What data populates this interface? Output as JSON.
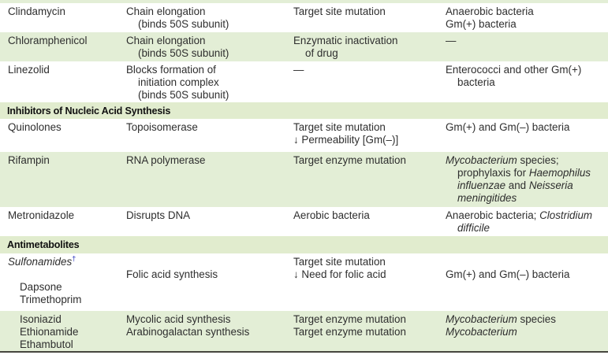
{
  "colors": {
    "row_green": "#e3eed6",
    "section_green": "#e1ecce",
    "dagger_blue": "#2a35c0",
    "bottom_rule": "#46463e"
  },
  "table": {
    "rows": [
      {
        "kind": "spacer"
      },
      {
        "kind": "data",
        "shade": "white",
        "cells": [
          [
            {
              "ind": 0,
              "seg": [
                {
                  "t": "Clindamycin"
                }
              ]
            }
          ],
          [
            {
              "ind": 0,
              "seg": [
                {
                  "t": "Chain elongation"
                }
              ]
            },
            {
              "ind": 1,
              "seg": [
                {
                  "t": "(binds 50S subunit)"
                }
              ]
            }
          ],
          [
            {
              "ind": 0,
              "seg": [
                {
                  "t": "Target site mutation"
                }
              ]
            }
          ],
          [
            {
              "ind": 0,
              "seg": [
                {
                  "t": "Anaerobic bacteria"
                }
              ]
            },
            {
              "ind": 0,
              "seg": [
                {
                  "t": "Gm(+) bacteria"
                }
              ]
            }
          ]
        ]
      },
      {
        "kind": "data",
        "shade": "green",
        "cells": [
          [
            {
              "ind": 0,
              "seg": [
                {
                  "t": "Chloramphenicol"
                }
              ]
            }
          ],
          [
            {
              "ind": 0,
              "seg": [
                {
                  "t": "Chain elongation"
                }
              ]
            },
            {
              "ind": 1,
              "seg": [
                {
                  "t": "(binds 50S subunit)"
                }
              ]
            }
          ],
          [
            {
              "ind": 0,
              "seg": [
                {
                  "t": "Enzymatic inactivation"
                }
              ]
            },
            {
              "ind": 1,
              "seg": [
                {
                  "t": "of drug"
                }
              ]
            }
          ],
          [
            {
              "ind": 0,
              "seg": [
                {
                  "t": "—"
                }
              ]
            }
          ]
        ]
      },
      {
        "kind": "data",
        "shade": "white",
        "cells": [
          [
            {
              "ind": 0,
              "seg": [
                {
                  "t": "Linezolid"
                }
              ]
            }
          ],
          [
            {
              "ind": 0,
              "seg": [
                {
                  "t": "Blocks formation of"
                }
              ]
            },
            {
              "ind": 1,
              "seg": [
                {
                  "t": "initiation complex"
                }
              ]
            },
            {
              "ind": 1,
              "seg": [
                {
                  "t": "(binds 50S subunit)"
                }
              ]
            }
          ],
          [
            {
              "ind": 0,
              "seg": [
                {
                  "t": "—"
                }
              ]
            }
          ],
          [
            {
              "ind": 0,
              "seg": [
                {
                  "t": "Enterococci and other Gm(+)"
                }
              ]
            },
            {
              "ind": 1,
              "seg": [
                {
                  "t": "bacteria"
                }
              ]
            }
          ]
        ]
      },
      {
        "kind": "section",
        "label": "Inhibitors of Nucleic Acid Synthesis"
      },
      {
        "kind": "data",
        "shade": "white",
        "cells": [
          [
            {
              "ind": 0,
              "seg": [
                {
                  "t": "Quinolones"
                }
              ]
            }
          ],
          [
            {
              "ind": 0,
              "seg": [
                {
                  "t": "Topoisomerase"
                }
              ]
            }
          ],
          [
            {
              "ind": 0,
              "seg": [
                {
                  "t": "Target site mutation"
                }
              ]
            },
            {
              "ind": 0,
              "seg": [
                {
                  "t": "↓ Permeability [Gm(–)]"
                }
              ]
            }
          ],
          [
            {
              "ind": 0,
              "seg": [
                {
                  "t": "Gm(+) and Gm(–) bacteria"
                }
              ]
            }
          ]
        ]
      },
      {
        "kind": "data",
        "shade": "green",
        "cells": [
          [
            {
              "ind": 0,
              "seg": [
                {
                  "t": "Rifampin"
                }
              ]
            }
          ],
          [
            {
              "ind": 0,
              "seg": [
                {
                  "t": "RNA polymerase"
                }
              ]
            }
          ],
          [
            {
              "ind": 0,
              "seg": [
                {
                  "t": "Target enzyme mutation"
                }
              ]
            }
          ],
          [
            {
              "ind": 0,
              "seg": [
                {
                  "t": "Mycobacterium",
                  "i": true
                },
                {
                  "t": " species;"
                }
              ]
            },
            {
              "ind": 1,
              "seg": [
                {
                  "t": "prophylaxis for "
                },
                {
                  "t": "Haemophilus",
                  "i": true
                }
              ]
            },
            {
              "ind": 1,
              "seg": [
                {
                  "t": "influenzae",
                  "i": true
                },
                {
                  "t": " and "
                },
                {
                  "t": "Neisseria",
                  "i": true
                }
              ]
            },
            {
              "ind": 1,
              "seg": [
                {
                  "t": "meningitides",
                  "i": true
                }
              ]
            }
          ]
        ]
      },
      {
        "kind": "data",
        "shade": "white",
        "cells": [
          [
            {
              "ind": 0,
              "seg": [
                {
                  "t": "Metronidazole"
                }
              ]
            }
          ],
          [
            {
              "ind": 0,
              "seg": [
                {
                  "t": "Disrupts DNA"
                }
              ]
            }
          ],
          [
            {
              "ind": 0,
              "seg": [
                {
                  "t": "Aerobic bacteria"
                }
              ]
            }
          ],
          [
            {
              "ind": 0,
              "seg": [
                {
                  "t": "Anaerobic bacteria; "
                },
                {
                  "t": "Clostridium",
                  "i": true
                }
              ]
            },
            {
              "ind": 1,
              "seg": [
                {
                  "t": "difficile",
                  "i": true
                }
              ]
            }
          ]
        ]
      },
      {
        "kind": "section",
        "label": "Antimetabolites"
      },
      {
        "kind": "data",
        "shade": "white",
        "cells": [
          [
            {
              "ind": 0,
              "seg": [
                {
                  "t": "Sulfonamides",
                  "i": true
                },
                {
                  "t": "†",
                  "sup": true
                }
              ]
            },
            {
              "ind": 0,
              "seg": []
            },
            {
              "ind": 1,
              "seg": [
                {
                  "t": "Dapsone"
                }
              ]
            },
            {
              "ind": 1,
              "seg": [
                {
                  "t": "Trimethoprim"
                }
              ]
            }
          ],
          [
            {
              "ind": 0,
              "seg": []
            },
            {
              "ind": 0,
              "seg": [
                {
                  "t": "Folic acid synthesis"
                }
              ]
            }
          ],
          [
            {
              "ind": 0,
              "seg": [
                {
                  "t": "Target site mutation"
                }
              ]
            },
            {
              "ind": 0,
              "seg": [
                {
                  "t": "↓ Need for folic acid"
                }
              ]
            }
          ],
          [
            {
              "ind": 0,
              "seg": []
            },
            {
              "ind": 0,
              "seg": [
                {
                  "t": "Gm(+) and Gm(–) bacteria"
                }
              ]
            }
          ]
        ]
      },
      {
        "kind": "data",
        "shade": "green",
        "cells": [
          [
            {
              "ind": 1,
              "seg": [
                {
                  "t": "Isoniazid"
                }
              ]
            },
            {
              "ind": 1,
              "seg": [
                {
                  "t": "Ethionamide"
                }
              ]
            },
            {
              "ind": 1,
              "seg": [
                {
                  "t": "Ethambutol"
                }
              ]
            }
          ],
          [
            {
              "ind": 0,
              "seg": [
                {
                  "t": "Mycolic acid synthesis"
                }
              ]
            },
            {
              "ind": 0,
              "seg": [
                {
                  "t": "Arabinogalactan synthesis"
                }
              ]
            }
          ],
          [
            {
              "ind": 0,
              "seg": [
                {
                  "t": "Target enzyme mutation"
                }
              ]
            },
            {
              "ind": 0,
              "seg": [
                {
                  "t": "Target enzyme mutation"
                }
              ]
            }
          ],
          [
            {
              "ind": 0,
              "seg": [
                {
                  "t": "Mycobacterium",
                  "i": true
                },
                {
                  "t": " species"
                }
              ]
            },
            {
              "ind": 0,
              "seg": [
                {
                  "t": "Mycobacterium",
                  "i": true
                }
              ]
            }
          ]
        ]
      }
    ]
  }
}
